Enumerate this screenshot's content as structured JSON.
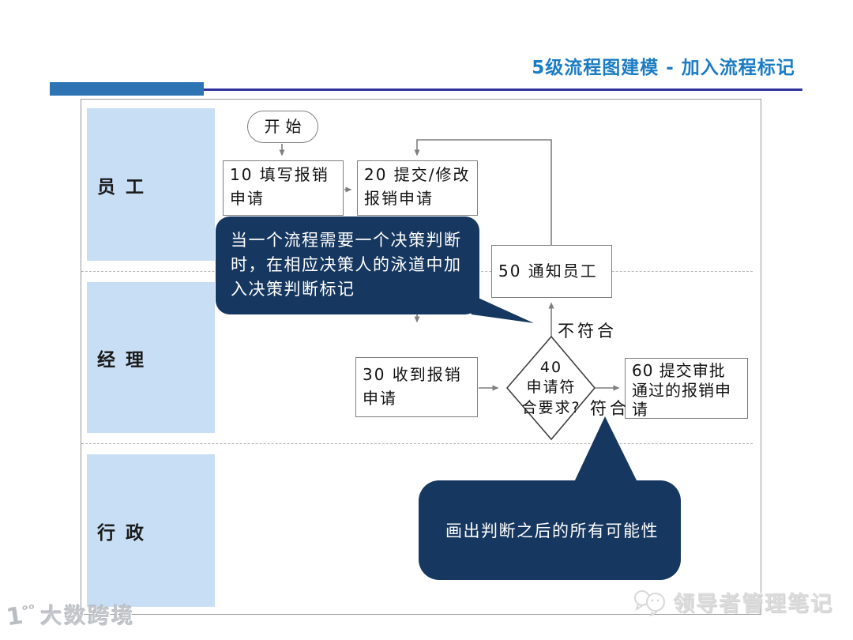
{
  "title": "5级流程图建模  - 加入流程标记",
  "colors": {
    "title_blue": "#1b7cc4",
    "bar_blue": "#2e74b5",
    "rule_navy": "#30339b",
    "lane_fill": "#c8def5",
    "callout_navy": "#16375f",
    "connector_gray": "#7f7f7f"
  },
  "lanes": [
    {
      "label": "员工"
    },
    {
      "label": "经理"
    },
    {
      "label": "行政"
    }
  ],
  "nodes": {
    "start": "开始",
    "n10": [
      "10 填写报销",
      "申请"
    ],
    "n20": [
      "20 提交/修改",
      "报销申请"
    ],
    "n30": [
      "30 收到报销",
      "申请"
    ],
    "n40": [
      "40",
      "申请符",
      "合要求?"
    ],
    "n50": "50 通知员工",
    "n60": [
      "60 提交审批",
      "通过的报销申",
      "请"
    ]
  },
  "edge_labels": {
    "no": "不符合",
    "yes": "符合"
  },
  "callouts": {
    "c1": [
      "当一个流程需要一个决策判断",
      "时，在相应决策人的泳道中加",
      "入决策判断标记"
    ],
    "c2": "画出判断之后的所有可能性"
  },
  "watermarks": {
    "left_logo": "1ᵒᵒ",
    "left_text": "大数跨境",
    "right_text": "领导者管理笔记"
  }
}
